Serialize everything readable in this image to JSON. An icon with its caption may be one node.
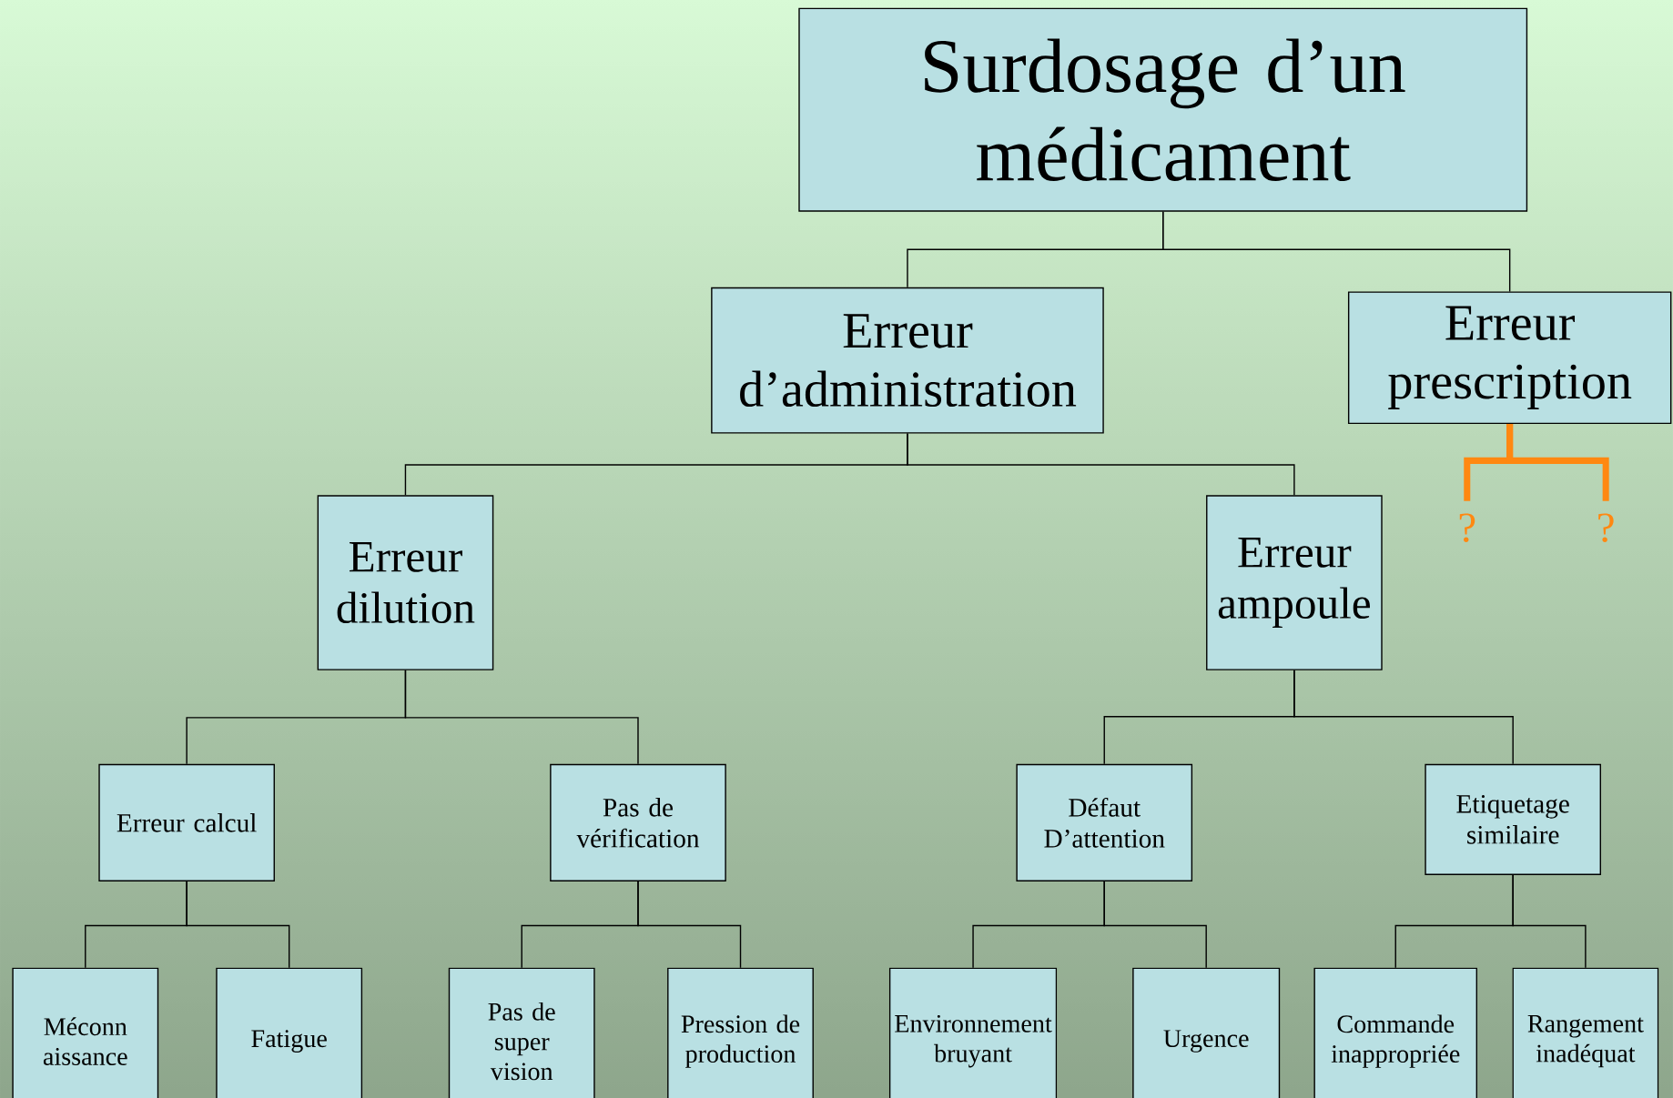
{
  "diagram": {
    "nodes": [
      {
        "text": [
          "Surdosage d’un médicament"
        ]
      },
      {
        "text": [
          "Erreur d’administration"
        ]
      },
      {
        "text": [
          "Erreur prescription"
        ]
      },
      {
        "text": [
          "Erreur dilution"
        ]
      },
      {
        "text": [
          "Erreur ampoule"
        ]
      },
      {
        "text": [
          "?"
        ]
      },
      {
        "text": [
          "?"
        ]
      },
      {
        "text": [
          "Erreur calcul"
        ]
      },
      {
        "text": [
          "Pas de vérification"
        ]
      },
      {
        "text": [
          "Défaut D’attention"
        ]
      },
      {
        "text": [
          "Etiquetage similaire"
        ]
      },
      {
        "text": [
          "Méconn aissance"
        ]
      },
      {
        "text": [
          "Fatigue"
        ]
      },
      {
        "text": [
          "Pas de super vision"
        ]
      },
      {
        "text": [
          "Pression de production"
        ]
      },
      {
        "text": [
          "Environnement bruyant"
        ]
      },
      {
        "text": [
          "Urgence"
        ]
      },
      {
        "text": [
          "Commande inappropriée"
        ]
      },
      {
        "text": [
          "Rangement inadéquat"
        ]
      }
    ],
    "edges": [
      {
        "from": 0,
        "to": 1,
        "arrow": "none"
      },
      {
        "from": 0,
        "to": 2,
        "arrow": "none"
      },
      {
        "from": 1,
        "to": 3,
        "arrow": "none"
      },
      {
        "from": 1,
        "to": 4,
        "arrow": "none"
      },
      {
        "from": 2,
        "to": 5,
        "arrow": "none",
        "style": "thick",
        "color": "#ff8811"
      },
      {
        "from": 2,
        "to": 6,
        "arrow": "none",
        "style": "thick",
        "color": "#ff8811"
      },
      {
        "from": 3,
        "to": 7,
        "arrow": "none"
      },
      {
        "from": 3,
        "to": 8,
        "arrow": "none"
      },
      {
        "from": 4,
        "to": 9,
        "arrow": "none"
      },
      {
        "from": 4,
        "to": 10,
        "arrow": "none"
      },
      {
        "from": 7,
        "to": 11,
        "arrow": "none"
      },
      {
        "from": 7,
        "to": 12,
        "arrow": "none"
      },
      {
        "from": 8,
        "to": 13,
        "arrow": "none"
      },
      {
        "from": 8,
        "to": 14,
        "arrow": "none"
      },
      {
        "from": 9,
        "to": 15,
        "arrow": "none"
      },
      {
        "from": 9,
        "to": 16,
        "arrow": "none"
      },
      {
        "from": 10,
        "to": 17,
        "arrow": "none"
      },
      {
        "from": 10,
        "to": 18,
        "arrow": "none"
      }
    ]
  }
}
